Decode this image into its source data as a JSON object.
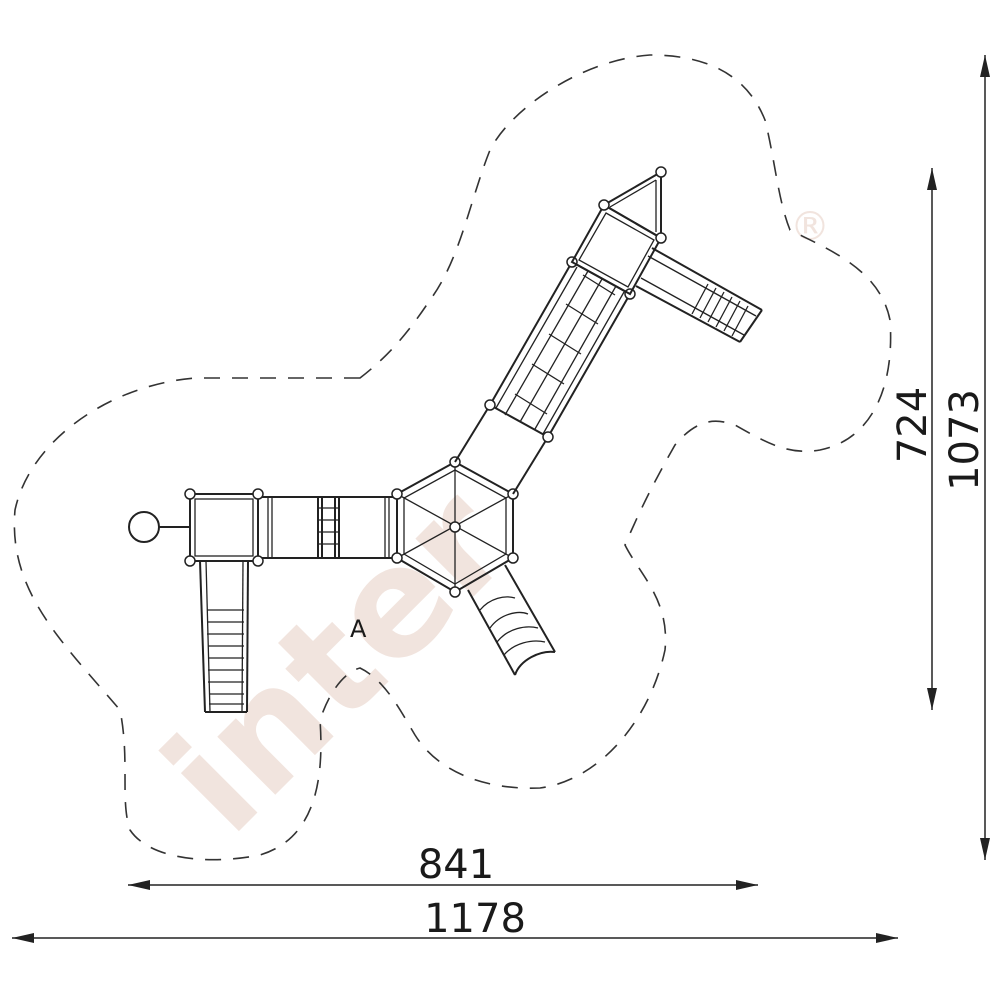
{
  "watermark": {
    "brand": "inter",
    "registered": "®"
  },
  "area_label": "A",
  "dimensions": {
    "width_inner": "841",
    "width_outer": "1178",
    "height_inner": "724",
    "height_outer": "1073"
  }
}
